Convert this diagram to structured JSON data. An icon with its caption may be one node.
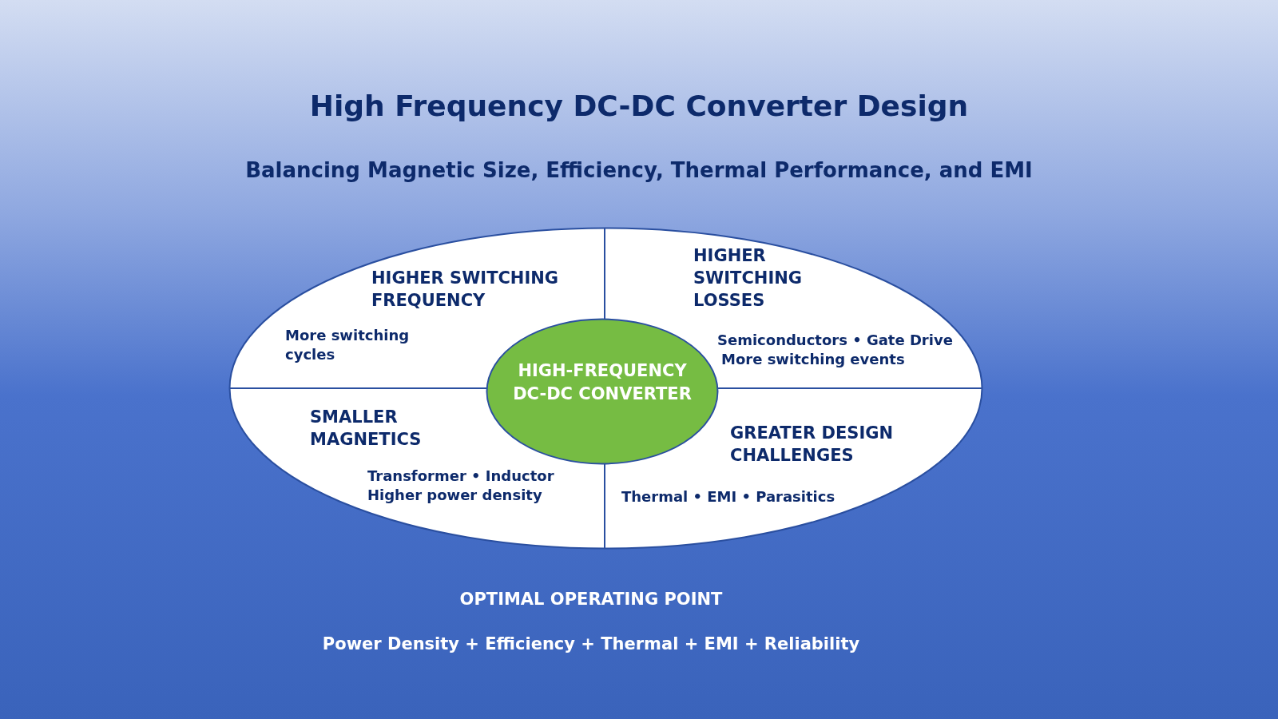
{
  "diagram": {
    "title": "High Frequency DC-DC Converter Design",
    "nodes": [
      {
        "text": [],
        "shape": "ellipse"
      },
      {
        "text": [
          "HIGHER SWITCHING FREQUENCY",
          "More switching cycles"
        ],
        "in": 0
      },
      {
        "text": [
          "HIGHER SWITCHING LOSSES",
          "Semiconductors • Gate Drive",
          "More switching events"
        ],
        "in": 0
      },
      {
        "text": [
          "SMALLER MAGNETICS",
          "Transformer • Inductor",
          "Higher power density"
        ],
        "in": 0
      },
      {
        "text": [
          "GREATER DESIGN CHALLENGES",
          "Thermal • EMI • Parasitics"
        ],
        "in": 0
      },
      {
        "text": [
          "HIGH-FREQUENCY DC-DC CONVERTER"
        ],
        "in": 0
      }
    ],
    "edges": [],
    "labels": [
      "Balancing Magnetic Size, Efficiency, Thermal Performance, and EMI",
      "OPTIMAL OPERATING POINT",
      "Power Density + Efficiency + Thermal + EMI + Reliability"
    ]
  }
}
